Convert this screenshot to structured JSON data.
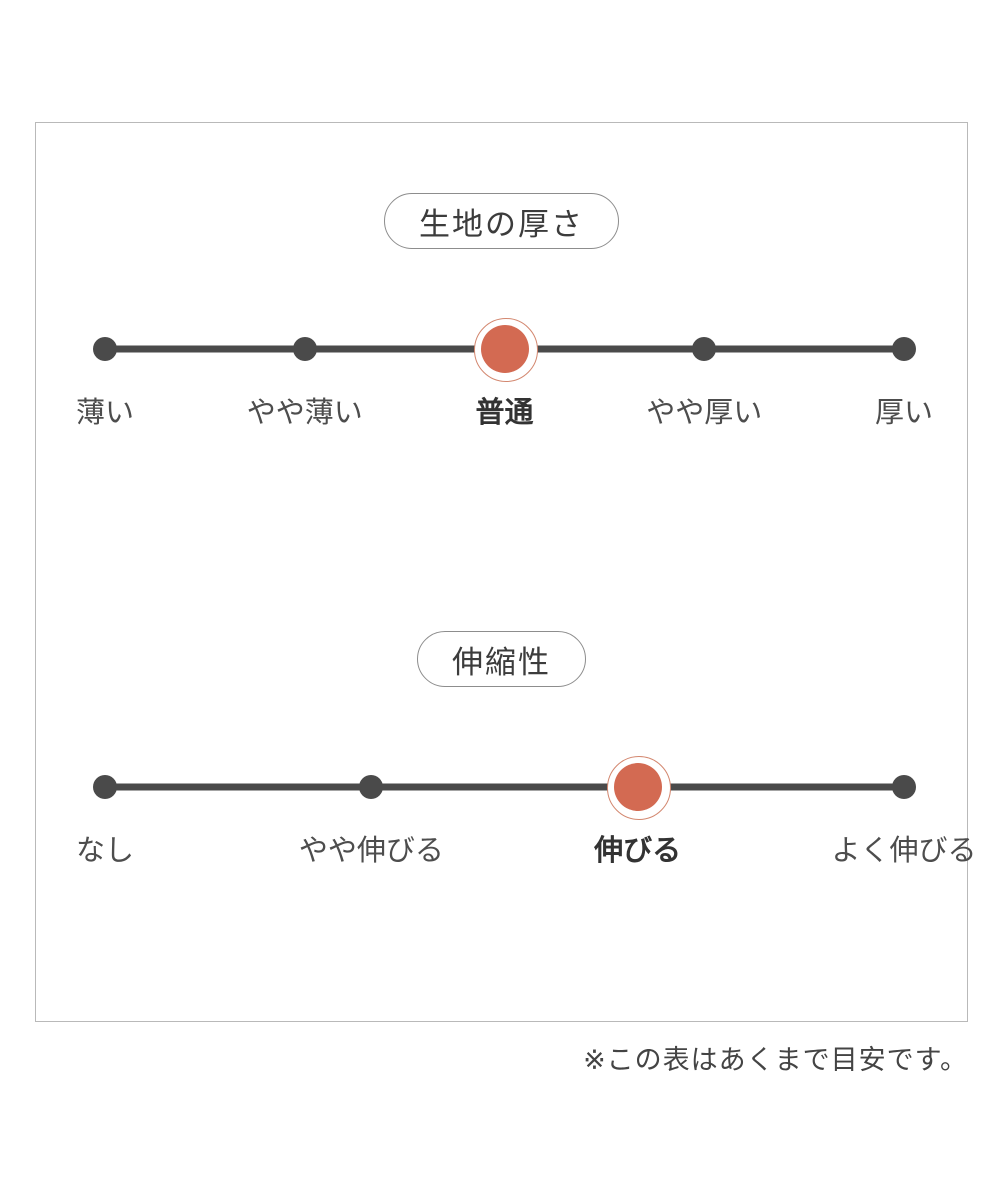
{
  "chart_data": {
    "type": "scatter",
    "title": "",
    "note": "※この表はあくまで目安です。",
    "scales": [
      {
        "name": "fabric-thickness",
        "title": "生地の厚さ",
        "categories": [
          "薄い",
          "やや薄い",
          "普通",
          "やや厚い",
          "厚い"
        ],
        "values": [
          1,
          2,
          3,
          4,
          5
        ],
        "selected_index": 2,
        "selected_label": "普通",
        "xlabel": "",
        "ylabel": "",
        "grid": false
      },
      {
        "name": "stretchiness",
        "title": "伸縮性",
        "categories": [
          "なし",
          "やや伸びる",
          "伸びる",
          "よく伸びる"
        ],
        "values": [
          1,
          2,
          3,
          4
        ],
        "selected_index": 2,
        "selected_label": "伸びる",
        "xlabel": "",
        "ylabel": "",
        "grid": false
      }
    ],
    "colors": {
      "active_marker": "#d36a52",
      "active_ring": "#d3876f",
      "inactive_marker": "#4a4a4a",
      "track": "#4a4a4a",
      "panel_border": "#b9b9b9",
      "text": "#4d4d4d"
    }
  },
  "panel": {
    "thickness": {
      "pill_label": "生地の厚さ",
      "ticks": [
        {
          "label": "薄い",
          "active": false
        },
        {
          "label": "やや薄い",
          "active": false
        },
        {
          "label": "普通",
          "active": true
        },
        {
          "label": "やや厚い",
          "active": false
        },
        {
          "label": "厚い",
          "active": false
        }
      ]
    },
    "stretch": {
      "pill_label": "伸縮性",
      "ticks": [
        {
          "label": "なし",
          "active": false
        },
        {
          "label": "やや伸びる",
          "active": false
        },
        {
          "label": "伸びる",
          "active": true
        },
        {
          "label": "よく伸びる",
          "active": false
        }
      ]
    }
  },
  "footnote": "※この表はあくまで目安です。"
}
